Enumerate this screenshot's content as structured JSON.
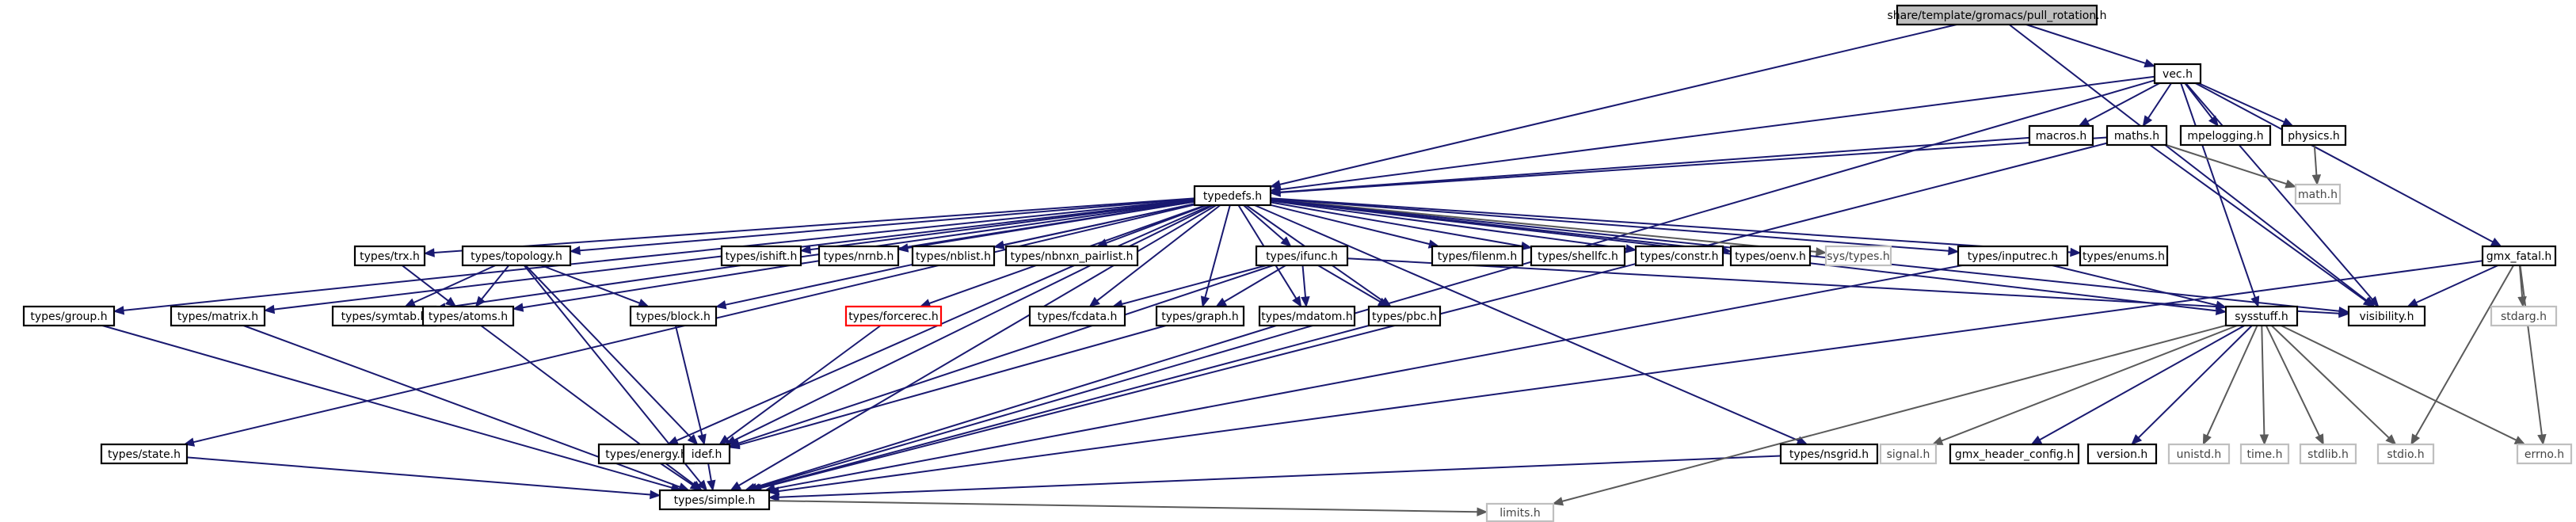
{
  "graph": {
    "nodes": [
      {
        "id": "root",
        "label": "share/template/gromacs/pull_rotation.h",
        "kind": "root"
      },
      {
        "id": "vec",
        "label": "vec.h",
        "kind": "std"
      },
      {
        "id": "macros",
        "label": "macros.h",
        "kind": "std"
      },
      {
        "id": "maths",
        "label": "maths.h",
        "kind": "std"
      },
      {
        "id": "mpelogging",
        "label": "mpelogging.h",
        "kind": "std"
      },
      {
        "id": "physics",
        "label": "physics.h",
        "kind": "std"
      },
      {
        "id": "gmx_fatal",
        "label": "gmx_fatal.h",
        "kind": "std"
      },
      {
        "id": "math",
        "label": "math.h",
        "kind": "ext"
      },
      {
        "id": "typedefs",
        "label": "typedefs.h",
        "kind": "std"
      },
      {
        "id": "group",
        "label": "types/group.h",
        "kind": "std"
      },
      {
        "id": "state",
        "label": "types/state.h",
        "kind": "std"
      },
      {
        "id": "matrix",
        "label": "types/matrix.h",
        "kind": "std"
      },
      {
        "id": "trx",
        "label": "types/trx.h",
        "kind": "std"
      },
      {
        "id": "symtab",
        "label": "types/symtab.h",
        "kind": "std"
      },
      {
        "id": "topology",
        "label": "types/topology.h",
        "kind": "std"
      },
      {
        "id": "atoms",
        "label": "types/atoms.h",
        "kind": "std"
      },
      {
        "id": "energy",
        "label": "types/energy.h",
        "kind": "std"
      },
      {
        "id": "block",
        "label": "types/block.h",
        "kind": "std"
      },
      {
        "id": "idef",
        "label": "idef.h",
        "kind": "std"
      },
      {
        "id": "ishift",
        "label": "types/ishift.h",
        "kind": "std"
      },
      {
        "id": "nrnb",
        "label": "types/nrnb.h",
        "kind": "std"
      },
      {
        "id": "nblist",
        "label": "types/nblist.h",
        "kind": "std"
      },
      {
        "id": "nbnxn",
        "label": "types/nbnxn_pairlist.h",
        "kind": "std"
      },
      {
        "id": "forcerec",
        "label": "types/forcerec.h",
        "kind": "red"
      },
      {
        "id": "ifunc",
        "label": "types/ifunc.h",
        "kind": "std"
      },
      {
        "id": "fcdata",
        "label": "types/fcdata.h",
        "kind": "std"
      },
      {
        "id": "graph",
        "label": "types/graph.h",
        "kind": "std"
      },
      {
        "id": "mdatom",
        "label": "types/mdatom.h",
        "kind": "std"
      },
      {
        "id": "pbc",
        "label": "types/pbc.h",
        "kind": "std"
      },
      {
        "id": "filenm",
        "label": "types/filenm.h",
        "kind": "std"
      },
      {
        "id": "shellfc",
        "label": "types/shellfc.h",
        "kind": "std"
      },
      {
        "id": "constr",
        "label": "types/constr.h",
        "kind": "std"
      },
      {
        "id": "oenv",
        "label": "types/oenv.h",
        "kind": "std"
      },
      {
        "id": "systypes",
        "label": "sys/types.h",
        "kind": "ext"
      },
      {
        "id": "inputrec",
        "label": "types/inputrec.h",
        "kind": "std"
      },
      {
        "id": "enums",
        "label": "types/enums.h",
        "kind": "std"
      },
      {
        "id": "sysstuff",
        "label": "sysstuff.h",
        "kind": "std"
      },
      {
        "id": "visibility",
        "label": "visibility.h",
        "kind": "std"
      },
      {
        "id": "stdarg",
        "label": "stdarg.h",
        "kind": "ext"
      },
      {
        "id": "nsgrid",
        "label": "types/nsgrid.h",
        "kind": "std"
      },
      {
        "id": "signal",
        "label": "signal.h",
        "kind": "ext"
      },
      {
        "id": "gmxcfg",
        "label": "gmx_header_config.h",
        "kind": "std"
      },
      {
        "id": "version",
        "label": "version.h",
        "kind": "std"
      },
      {
        "id": "unistd",
        "label": "unistd.h",
        "kind": "ext"
      },
      {
        "id": "time",
        "label": "time.h",
        "kind": "ext"
      },
      {
        "id": "stdlib",
        "label": "stdlib.h",
        "kind": "ext"
      },
      {
        "id": "stdio",
        "label": "stdio.h",
        "kind": "ext"
      },
      {
        "id": "errno",
        "label": "errno.h",
        "kind": "ext"
      },
      {
        "id": "simple",
        "label": "types/simple.h",
        "kind": "std"
      },
      {
        "id": "limits",
        "label": "limits.h",
        "kind": "ext"
      }
    ],
    "edges": [
      [
        "root",
        "vec"
      ],
      [
        "root",
        "typedefs"
      ],
      [
        "root",
        "visibility"
      ],
      [
        "vec",
        "macros"
      ],
      [
        "vec",
        "maths"
      ],
      [
        "vec",
        "mpelogging"
      ],
      [
        "vec",
        "physics"
      ],
      [
        "vec",
        "gmx_fatal"
      ],
      [
        "vec",
        "typedefs"
      ],
      [
        "vec",
        "simple"
      ],
      [
        "vec",
        "sysstuff"
      ],
      [
        "vec",
        "visibility"
      ],
      [
        "macros",
        "typedefs"
      ],
      [
        "maths",
        "typedefs"
      ],
      [
        "maths",
        "math"
      ],
      [
        "maths",
        "visibility"
      ],
      [
        "maths",
        "simple"
      ],
      [
        "physics",
        "math"
      ],
      [
        "gmx_fatal",
        "visibility"
      ],
      [
        "gmx_fatal",
        "stdarg"
      ],
      [
        "gmx_fatal",
        "stdio"
      ],
      [
        "gmx_fatal",
        "errno"
      ],
      [
        "gmx_fatal",
        "simple"
      ],
      [
        "typedefs",
        "group"
      ],
      [
        "typedefs",
        "state"
      ],
      [
        "typedefs",
        "matrix"
      ],
      [
        "typedefs",
        "trx"
      ],
      [
        "typedefs",
        "symtab"
      ],
      [
        "typedefs",
        "topology"
      ],
      [
        "typedefs",
        "atoms"
      ],
      [
        "typedefs",
        "energy"
      ],
      [
        "typedefs",
        "block"
      ],
      [
        "typedefs",
        "idef"
      ],
      [
        "typedefs",
        "ishift"
      ],
      [
        "typedefs",
        "nrnb"
      ],
      [
        "typedefs",
        "nblist"
      ],
      [
        "typedefs",
        "nbnxn"
      ],
      [
        "typedefs",
        "forcerec"
      ],
      [
        "typedefs",
        "ifunc"
      ],
      [
        "typedefs",
        "fcdata"
      ],
      [
        "typedefs",
        "graph"
      ],
      [
        "typedefs",
        "mdatom"
      ],
      [
        "typedefs",
        "pbc"
      ],
      [
        "typedefs",
        "filenm"
      ],
      [
        "typedefs",
        "shellfc"
      ],
      [
        "typedefs",
        "constr"
      ],
      [
        "typedefs",
        "oenv"
      ],
      [
        "typedefs",
        "systypes"
      ],
      [
        "typedefs",
        "inputrec"
      ],
      [
        "typedefs",
        "enums"
      ],
      [
        "typedefs",
        "sysstuff"
      ],
      [
        "typedefs",
        "nsgrid"
      ],
      [
        "typedefs",
        "visibility"
      ],
      [
        "typedefs",
        "simple"
      ],
      [
        "trx",
        "atoms"
      ],
      [
        "topology",
        "symtab"
      ],
      [
        "topology",
        "atoms"
      ],
      [
        "topology",
        "block"
      ],
      [
        "topology",
        "idef"
      ],
      [
        "topology",
        "simple"
      ],
      [
        "ifunc",
        "fcdata"
      ],
      [
        "ifunc",
        "graph"
      ],
      [
        "ifunc",
        "mdatom"
      ],
      [
        "ifunc",
        "pbc"
      ],
      [
        "ifunc",
        "idef"
      ],
      [
        "ifunc",
        "visibility"
      ],
      [
        "inputrec",
        "sysstuff"
      ],
      [
        "inputrec",
        "simple"
      ],
      [
        "group",
        "simple"
      ],
      [
        "state",
        "simple"
      ],
      [
        "matrix",
        "simple"
      ],
      [
        "atoms",
        "simple"
      ],
      [
        "energy",
        "simple"
      ],
      [
        "block",
        "idef"
      ],
      [
        "forcerec",
        "idef"
      ],
      [
        "graph",
        "idef"
      ],
      [
        "idef",
        "simple"
      ],
      [
        "mdatom",
        "simple"
      ],
      [
        "pbc",
        "simple"
      ],
      [
        "nsgrid",
        "simple"
      ],
      [
        "sysstuff",
        "signal"
      ],
      [
        "sysstuff",
        "gmxcfg"
      ],
      [
        "sysstuff",
        "version"
      ],
      [
        "sysstuff",
        "unistd"
      ],
      [
        "sysstuff",
        "time"
      ],
      [
        "sysstuff",
        "stdlib"
      ],
      [
        "sysstuff",
        "stdio"
      ],
      [
        "sysstuff",
        "errno"
      ],
      [
        "sysstuff",
        "limits"
      ],
      [
        "simple",
        "limits"
      ]
    ]
  }
}
